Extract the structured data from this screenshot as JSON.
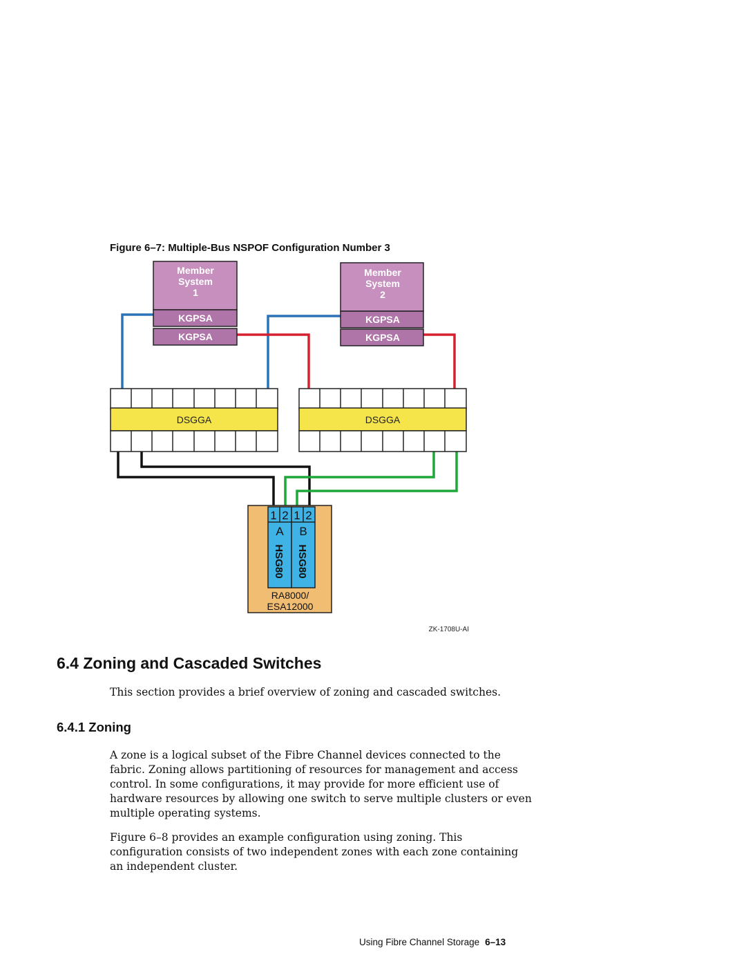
{
  "figure": {
    "caption": "Figure 6–7: Multiple-Bus NSPOF Configuration Number 3",
    "member_system_1": [
      "Member",
      "System",
      "1"
    ],
    "member_system_2": [
      "Member",
      "System",
      "2"
    ],
    "adapter_label": "KGPSA",
    "switch_label": "DSGGA",
    "controller_ports": [
      "1",
      "2",
      "1",
      "2"
    ],
    "controller_a": "A",
    "controller_b": "B",
    "controller_name": "HSG80",
    "storage_label": [
      "RA8000/",
      "ESA12000"
    ],
    "figure_id": "ZK-1708U-AI",
    "colors": {
      "member_box": "#c78fbe",
      "adapter_box": "#b075a8",
      "switch_band": "#f5e54a",
      "storage_box": "#f1bd72",
      "controller": "#3fb3e6",
      "blue_cable": "#2b73b8",
      "red_cable": "#d62030",
      "green_cable": "#1fa83a",
      "black_cable": "#111111"
    }
  },
  "section": {
    "heading": "6.4  Zoning and Cascaded Switches",
    "intro": "This section provides a brief overview of zoning and cascaded switches."
  },
  "subsection": {
    "heading": "6.4.1  Zoning",
    "para1_lines": [
      "A zone is a logical subset of the Fibre Channel devices connected to the",
      "fabric. Zoning allows partitioning of resources for management and access",
      "control.  In some configurations, it may provide for more efficient use of",
      "hardware resources by allowing one switch to serve multiple clusters or even",
      "multiple operating systems."
    ],
    "para2_lines": [
      "Figure 6–8 provides an example configuration using zoning.  This",
      "configuration consists of two independent zones with each zone containing",
      "an independent cluster."
    ]
  },
  "footer": {
    "text": "Using Fibre Channel Storage",
    "page": "6–13"
  }
}
